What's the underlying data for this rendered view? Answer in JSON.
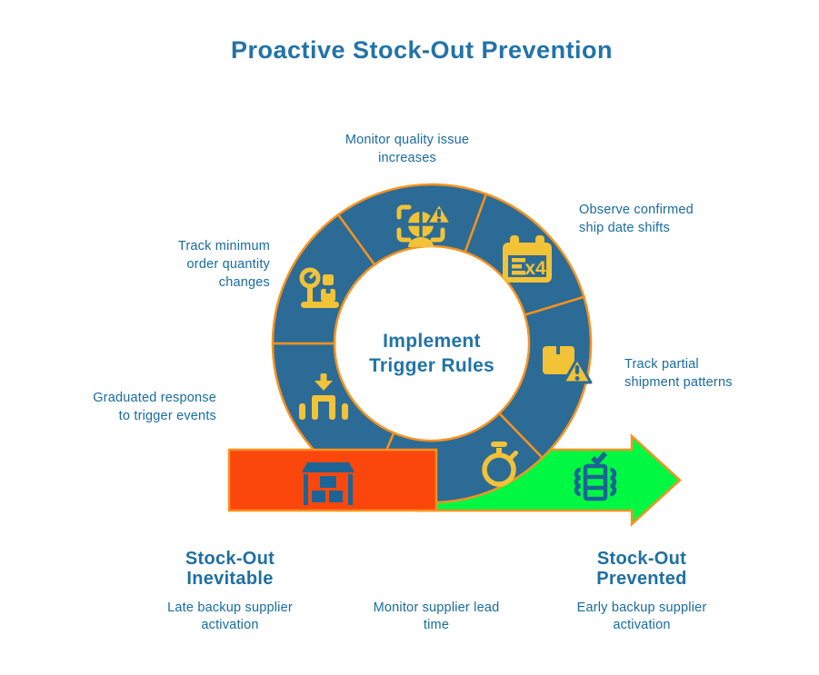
{
  "title": "Proactive Stock-Out Prevention",
  "center": {
    "line1": "Implement",
    "line2": "Trigger Rules"
  },
  "icons": {
    "calendar_badge": "x4"
  },
  "labels": {
    "quality": {
      "line1": "Monitor quality issue",
      "line2": "increases"
    },
    "ship_date": {
      "line1": "Observe confirmed",
      "line2": "ship date shifts"
    },
    "partial": {
      "line1": "Track partial",
      "line2": "shipment patterns"
    },
    "moq": {
      "line1": "Track minimum",
      "line2": "order quantity",
      "line3": "changes"
    },
    "graduated": {
      "line1": "Graduated response",
      "line2": "to trigger events"
    }
  },
  "bottom": {
    "inevitable_heading": {
      "line1": "Stock-Out",
      "line2": "Inevitable"
    },
    "inevitable_sub": {
      "line1": "Late backup supplier",
      "line2": "activation"
    },
    "lead_time": {
      "line1": "Monitor supplier lead",
      "line2": "time"
    },
    "prevented_heading": {
      "line1": "Stock-Out",
      "line2": "Prevented"
    },
    "prevented_sub": {
      "line1": "Early backup supplier",
      "line2": "activation"
    }
  },
  "colors": {
    "title_text": "#2173A9",
    "heading_text": "#1E6FA4",
    "label_text": "#176BA0",
    "ring_fill": "#2C6B95",
    "ring_stroke": "#F7921E",
    "icon_yellow": "#F2C237",
    "arrow_orange_fill": "#FB470C",
    "arrow_green_fill": "#00F843",
    "icon_blue": "#1C6496"
  }
}
